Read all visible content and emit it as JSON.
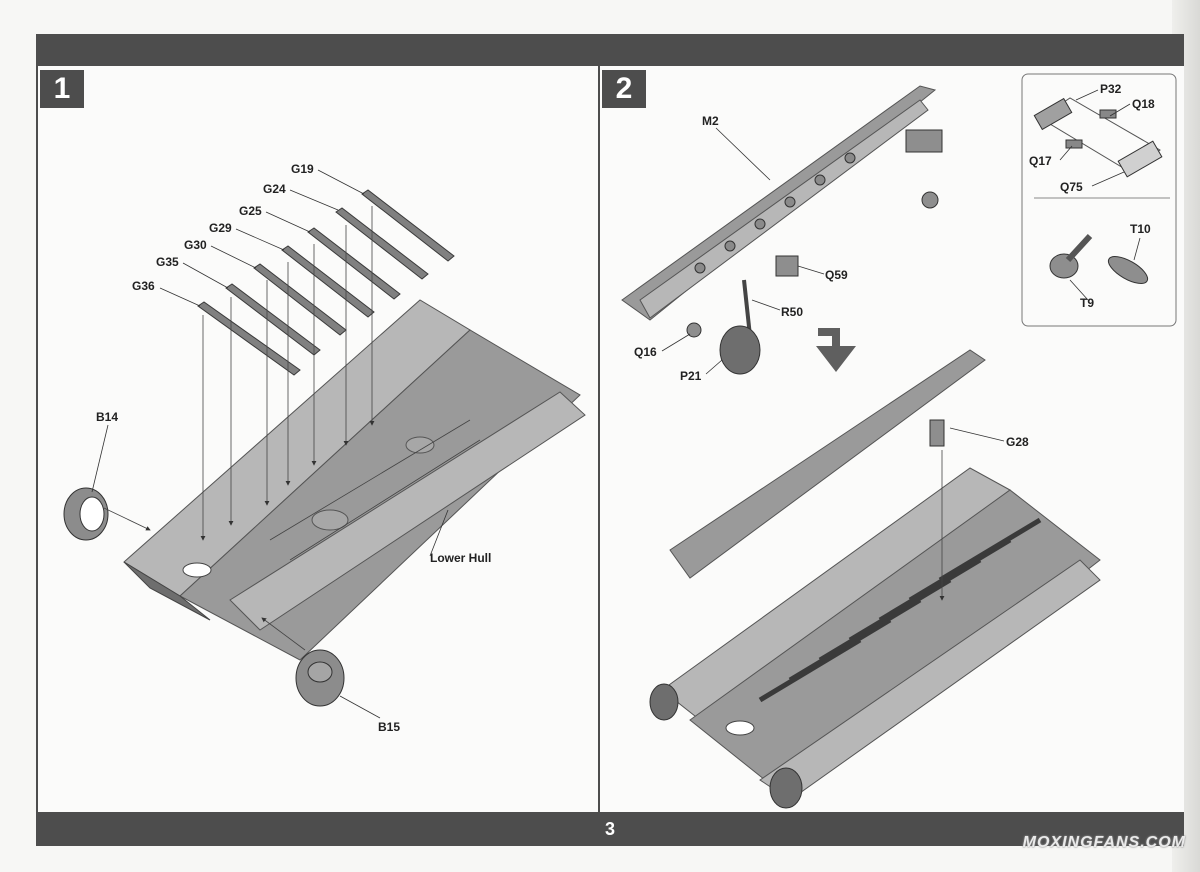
{
  "page_number": "3",
  "steps": [
    {
      "number": "1",
      "labels": {
        "g19": "G19",
        "g24": "G24",
        "g25": "G25",
        "g29": "G29",
        "g30": "G30",
        "g35": "G35",
        "g36": "G36",
        "b14": "B14",
        "b15": "B15",
        "lower_hull": "Lower Hull"
      }
    },
    {
      "number": "2",
      "labels": {
        "m2": "M2",
        "q59": "Q59",
        "r50": "R50",
        "q16": "Q16",
        "p21": "P21",
        "g28": "G28"
      },
      "inset": {
        "p32": "P32",
        "q18": "Q18",
        "q17": "Q17",
        "q75": "Q75",
        "t10": "T10",
        "t9": "T9"
      }
    }
  ],
  "watermark": "MOXINGFANS.COM",
  "colors": {
    "band": "#4d4d4d",
    "paper": "#fbfbfa",
    "part_gray": "#9a9a9a"
  }
}
